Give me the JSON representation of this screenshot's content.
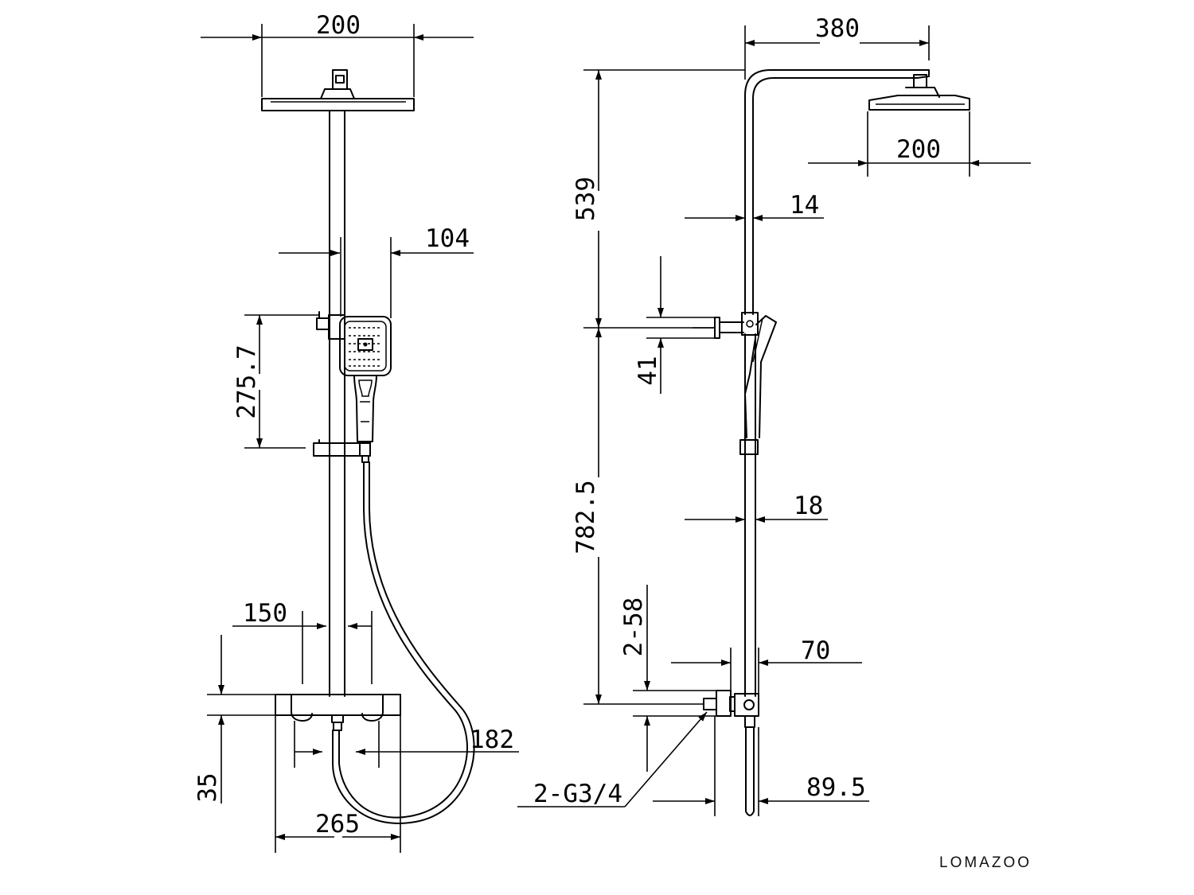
{
  "dimensions": {
    "front_top_width": "200",
    "handshower_offset": "104",
    "handshower_height": "275.7",
    "valve_spacing": "150",
    "valve_height": "35",
    "hose_offset": "182",
    "valve_width": "265",
    "side_arm_reach": "380",
    "side_head_width": "200",
    "upper_pipe_diameter": "14",
    "upper_length": "539",
    "connector_height": "41",
    "lower_length": "782.5",
    "lower_pipe_diameter": "18",
    "inlet_height": "2-58",
    "wall_offset": "70",
    "inlet_thread": "2-G3/4",
    "outlet_depth": "89.5"
  },
  "brand": "LOMAZOO"
}
